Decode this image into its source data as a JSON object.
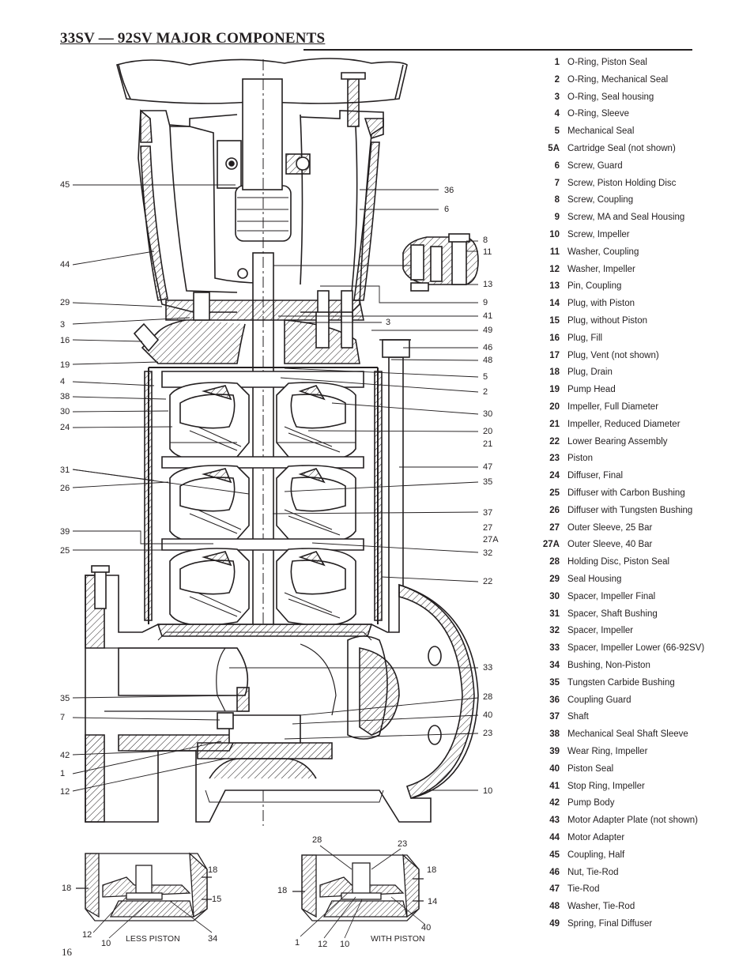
{
  "page": {
    "title": "33SV — 92SV MAJOR COMPONENTS",
    "page_number": "16"
  },
  "legend": [
    {
      "num": "1",
      "label": "O-Ring, Piston Seal"
    },
    {
      "num": "2",
      "label": "O-Ring, Mechanical Seal"
    },
    {
      "num": "3",
      "label": "O-Ring, Seal housing"
    },
    {
      "num": "4",
      "label": "O-Ring, Sleeve"
    },
    {
      "num": "5",
      "label": "Mechanical Seal"
    },
    {
      "num": "5A",
      "label": "Cartridge Seal (not shown)"
    },
    {
      "num": "6",
      "label": "Screw, Guard"
    },
    {
      "num": "7",
      "label": "Screw, Piston Holding Disc"
    },
    {
      "num": "8",
      "label": "Screw, Coupling"
    },
    {
      "num": "9",
      "label": "Screw, MA and Seal Housing"
    },
    {
      "num": "10",
      "label": "Screw, Impeller"
    },
    {
      "num": "11",
      "label": "Washer, Coupling"
    },
    {
      "num": "12",
      "label": "Washer, Impeller"
    },
    {
      "num": "13",
      "label": "Pin, Coupling"
    },
    {
      "num": "14",
      "label": "Plug, with Piston"
    },
    {
      "num": "15",
      "label": "Plug, without Piston"
    },
    {
      "num": "16",
      "label": "Plug, Fill"
    },
    {
      "num": "17",
      "label": "Plug, Vent (not shown)"
    },
    {
      "num": "18",
      "label": "Plug, Drain"
    },
    {
      "num": "19",
      "label": "Pump Head"
    },
    {
      "num": "20",
      "label": "Impeller, Full Diameter"
    },
    {
      "num": "21",
      "label": "Impeller, Reduced Diameter"
    },
    {
      "num": "22",
      "label": "Lower Bearing Assembly"
    },
    {
      "num": "23",
      "label": "Piston"
    },
    {
      "num": "24",
      "label": "Diffuser, Final"
    },
    {
      "num": "25",
      "label": "Diffuser with Carbon Bushing"
    },
    {
      "num": "26",
      "label": "Diffuser with Tungsten Bushing"
    },
    {
      "num": "27",
      "label": "Outer Sleeve, 25 Bar"
    },
    {
      "num": "27A",
      "label": "Outer Sleeve, 40 Bar"
    },
    {
      "num": "28",
      "label": "Holding Disc, Piston Seal"
    },
    {
      "num": "29",
      "label": "Seal Housing"
    },
    {
      "num": "30",
      "label": "Spacer, Impeller Final"
    },
    {
      "num": "31",
      "label": "Spacer, Shaft Bushing"
    },
    {
      "num": "32",
      "label": "Spacer, Impeller"
    },
    {
      "num": "33",
      "label": "Spacer, Impeller Lower (66-92SV)"
    },
    {
      "num": "34",
      "label": "Bushing, Non-Piston"
    },
    {
      "num": "35",
      "label": "Tungsten Carbide Bushing"
    },
    {
      "num": "36",
      "label": "Coupling Guard"
    },
    {
      "num": "37",
      "label": "Shaft"
    },
    {
      "num": "38",
      "label": "Mechanical Seal Shaft Sleeve"
    },
    {
      "num": "39",
      "label": "Wear Ring, Impeller"
    },
    {
      "num": "40",
      "label": "Piston Seal"
    },
    {
      "num": "41",
      "label": "Stop Ring, Impeller"
    },
    {
      "num": "42",
      "label": "Pump Body"
    },
    {
      "num": "43",
      "label": "Motor Adapter Plate (not shown)"
    },
    {
      "num": "44",
      "label": "Motor Adapter"
    },
    {
      "num": "45",
      "label": "Coupling, Half"
    },
    {
      "num": "46",
      "label": "Nut, Tie-Rod"
    },
    {
      "num": "47",
      "label": "Tie-Rod"
    },
    {
      "num": "48",
      "label": "Washer, Tie-Rod"
    },
    {
      "num": "49",
      "label": "Spring, Final Diffuser"
    }
  ],
  "callouts_left": [
    "45",
    "44",
    "29",
    "3",
    "16",
    "19",
    "4",
    "38",
    "30",
    "24",
    "31",
    "26",
    "39",
    "25",
    "35",
    "7",
    "42",
    "1",
    "12"
  ],
  "callouts_right": [
    "36",
    "6",
    "8",
    "11",
    "13",
    "9",
    "41",
    "3",
    "49",
    "46",
    "48",
    "5",
    "2",
    "30",
    "20",
    "21",
    "47",
    "35",
    "37",
    "27",
    "27A",
    "32",
    "22",
    "33",
    "28",
    "40",
    "23",
    "10"
  ],
  "detail_less_piston": {
    "caption": "LESS PISTON",
    "callouts": [
      "18",
      "18",
      "15",
      "12",
      "10",
      "34"
    ]
  },
  "detail_with_piston": {
    "caption": "WITH PISTON",
    "callouts": [
      "28",
      "23",
      "18",
      "18",
      "14",
      "40",
      "1",
      "12",
      "10"
    ]
  }
}
